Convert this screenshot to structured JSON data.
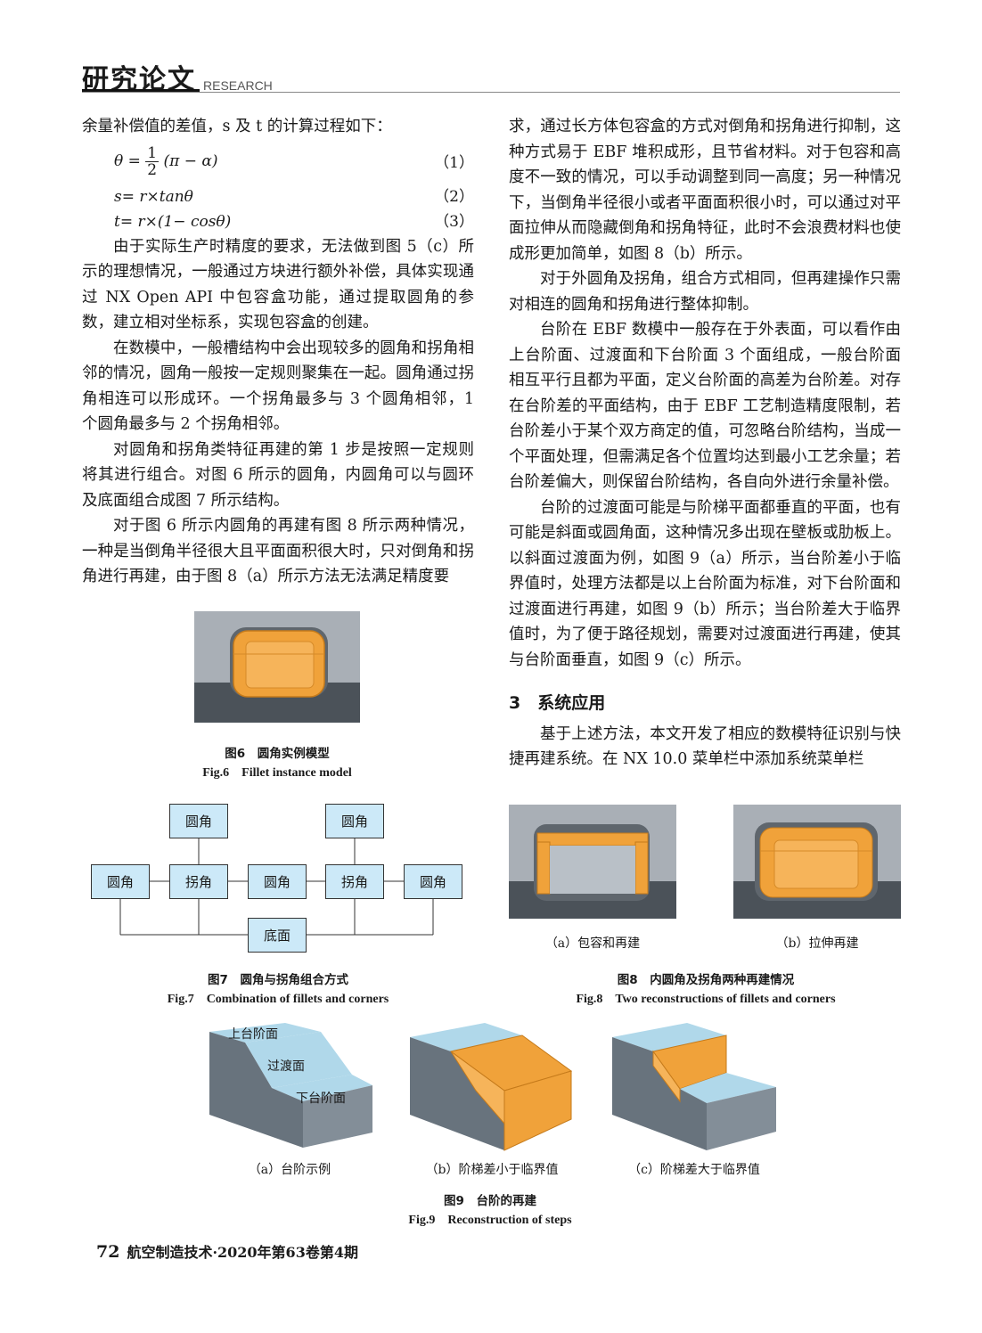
{
  "header": {
    "title": "研究论文",
    "subtitle": "RESEARCH"
  },
  "left_col": {
    "intro": "余量补偿值的差值，s 及 t 的计算过程如下：",
    "equations": [
      {
        "lhs": "θ =",
        "frac_num": "1",
        "frac_den": "2",
        "rhs": "(π − α)",
        "num": "（1）"
      },
      {
        "text": "s= r×tanθ",
        "num": "（2）"
      },
      {
        "text": "t= r×(1− cosθ)",
        "num": "（3）"
      }
    ],
    "p1": "由于实际生产时精度的要求，无法做到图 5（c）所示的理想情况，一般通过方块进行额外补偿，具体实现通过 NX Open API 中包容盒功能，通过提取圆角的参数，建立相对坐标系，实现包容盒的创建。",
    "p2": "在数模中，一般槽结构中会出现较多的圆角和拐角相邻的情况，圆角一般按一定规则聚集在一起。圆角通过拐角相连可以形成环。一个拐角最多与 3 个圆角相邻，1 个圆角最多与 2 个拐角相邻。",
    "p3": "对圆角和拐角类特征再建的第 1 步是按照一定规则将其进行组合。对图 6 所示的圆角，内圆角可以与圆环及底面组合成图 7 所示结构。",
    "p4": "对于图 6 所示内圆角的再建有图 8 所示两种情况，一种是当倒角半径很大且平面面积很大时，只对倒角和拐角进行再建，由于图 8（a）所示方法无法满足精度要"
  },
  "right_col": {
    "p1": "求，通过长方体包容盒的方式对倒角和拐角进行抑制，这种方式易于 EBF 堆积成形，且节省材料。对于包容和高度不一致的情况，可以手动调整到同一高度；另一种情况下，当倒角半径很小或者平面面积很小时，可以通过对平面拉伸从而隐藏倒角和拐角特征，此时不会浪费材料也使成形更加简单，如图 8（b）所示。",
    "p2": "对于外圆角及拐角，组合方式相同，但再建操作只需对相连的圆角和拐角进行整体抑制。",
    "p3": "台阶在 EBF 数模中一般存在于外表面，可以看作由上台阶面、过渡面和下台阶面 3 个面组成，一般台阶面相互平行且都为平面，定义台阶面的高差为台阶差。对存在台阶差的平面结构，由于 EBF 工艺制造精度限制，若台阶差小于某个双方商定的值，可忽略台阶结构，当成一个平面处理，但需满足各个位置均达到最小工艺余量；若台阶差偏大，则保留台阶结构，各自向外进行余量补偿。",
    "p4": "台阶的过渡面可能是与阶梯平面都垂直的平面，也有可能是斜面或圆角面，这种情况多出现在壁板或肋板上。以斜面过渡面为例，如图 9（a）所示，当台阶差小于临界值时，处理方法都是以上台阶面为标准，对下台阶面和过渡面进行再建，如图 9（b）所示；当台阶差大于临界值时，为了便于路径规划，需要对过渡面进行再建，使其与台阶面垂直，如图 9（c）所示。",
    "section_title": "3　系统应用",
    "p5": "基于上述方法，本文开发了相应的数模特征识别与快捷再建系统。在 NX 10.0 菜单栏中添加系统菜单栏"
  },
  "fig6": {
    "cap_cn": "图6　圆角实例模型",
    "cap_en": "Fig.6　Fillet instance model"
  },
  "fig7": {
    "labels": {
      "fillet": "圆角",
      "corner": "拐角",
      "bottom": "底面"
    },
    "cap_cn": "图7　圆角与拐角组合方式",
    "cap_en": "Fig.7　Combination of fillets and corners"
  },
  "fig8": {
    "sub_a": "（a）包容和再建",
    "sub_b": "（b）拉伸再建",
    "cap_cn": "图8　内圆角及拐角两种再建情况",
    "cap_en": "Fig.8　Two reconstructions of fillets and corners"
  },
  "fig9": {
    "label_top": "上台阶面",
    "label_mid": "过渡面",
    "label_bot": "下台阶面",
    "sub_a": "（a）台阶示例",
    "sub_b": "（b）阶梯差小于临界值",
    "sub_c": "（c）阶梯差大于临界值",
    "cap_cn": "图9　台阶的再建",
    "cap_en": "Fig.9　Reconstruction of steps"
  },
  "footer": {
    "page": "72",
    "journal": "航空制造技术·2020年第63卷第4期"
  }
}
